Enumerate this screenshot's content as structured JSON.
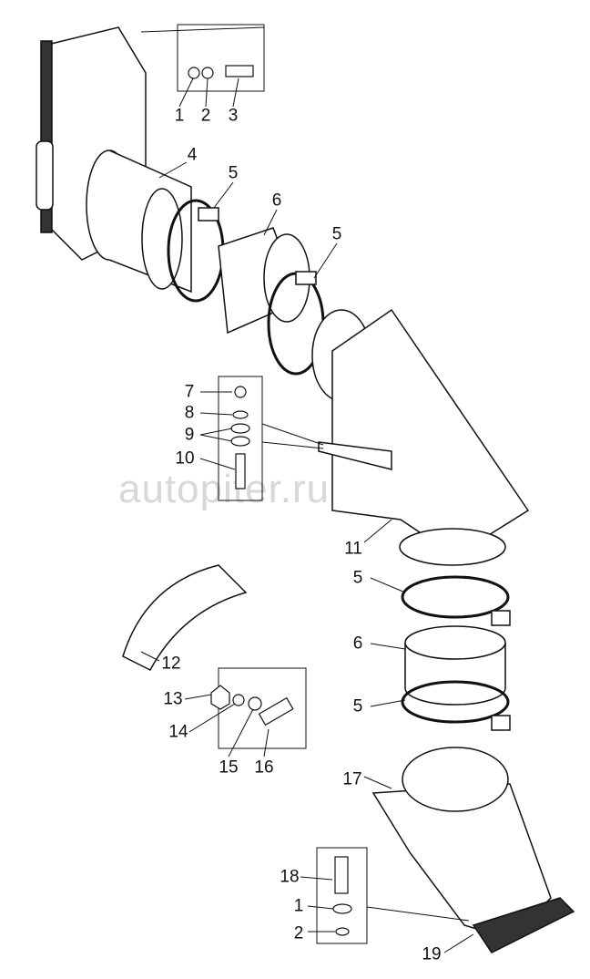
{
  "watermark": "autopiter.ru",
  "labels": [
    "1",
    "2",
    "3",
    "4",
    "5",
    "6",
    "5",
    "7",
    "8",
    "9",
    "10",
    "11",
    "5",
    "6",
    "5",
    "12",
    "13",
    "14",
    "15",
    "16",
    "17",
    "18",
    "1",
    "2",
    "19"
  ]
}
